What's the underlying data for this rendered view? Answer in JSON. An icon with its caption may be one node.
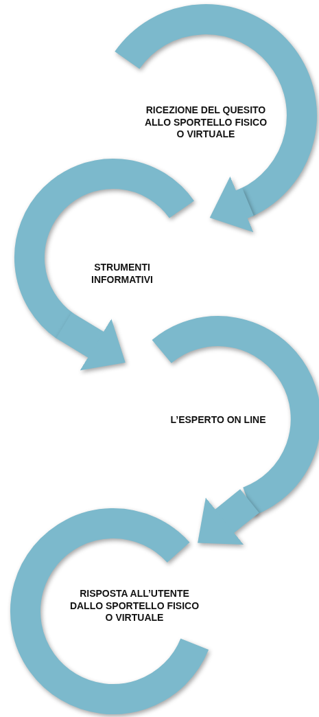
{
  "diagram": {
    "nodes": [
      {
        "text": [
          "RICEZIONE DEL QUESITO ALLO SPORTELLO FISICO O VIRTUALE"
        ]
      },
      {
        "text": [
          "STRUMENTI INFORMATIVI"
        ]
      },
      {
        "text": [
          "L’ESPERTO ON LINE"
        ]
      },
      {
        "text": [
          "RISPOSTA ALL’UTENTE  DALLO SPORTELLO FISICO O VIRTUALE"
        ]
      }
    ],
    "edges": [
      {
        "from": 0,
        "to": 1,
        "arrow": "to"
      },
      {
        "from": 1,
        "to": 2,
        "arrow": "to"
      },
      {
        "from": 2,
        "to": 3,
        "arrow": "to"
      }
    ]
  }
}
